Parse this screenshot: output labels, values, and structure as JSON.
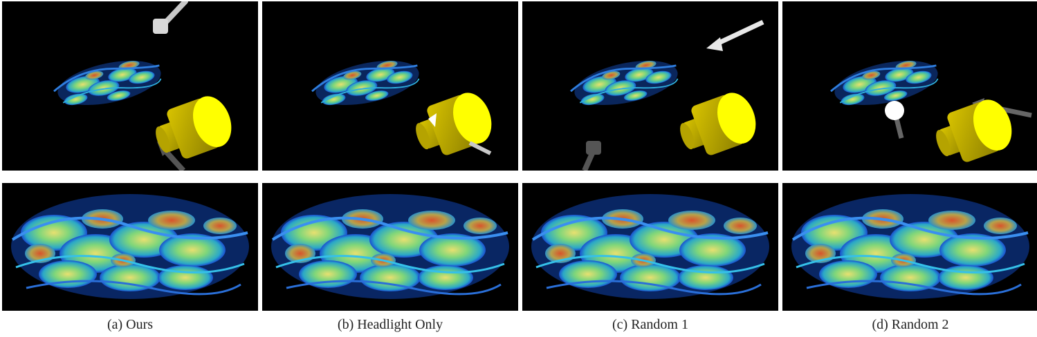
{
  "figure": {
    "panels": [
      {
        "id": "a",
        "caption": "(a)  Ours"
      },
      {
        "id": "b",
        "caption": "(b)  Headlight Only"
      },
      {
        "id": "c",
        "caption": "(c)  Random 1"
      },
      {
        "id": "d",
        "caption": "(d)  Random 2"
      }
    ]
  },
  "colors": {
    "background": "#000000",
    "camera_yellow": "#e6e600",
    "light_arrow_gray": "#c8c8c8",
    "light_arrow_dark": "#555555",
    "flow_blue": "#1f6fd6",
    "flow_cyan": "#3fd1c8",
    "flow_green": "#9fe06a",
    "flow_red": "#d2502a"
  }
}
